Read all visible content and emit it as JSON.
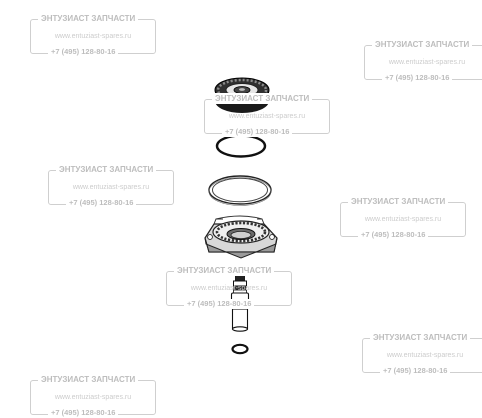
{
  "watermark": {
    "brand": "ЭНТУЗИАСТ ЗАПЧАСТИ",
    "site": "www.entuziast-spares.ru",
    "phone": "+7 (495) 128-80-16"
  },
  "colors": {
    "background": "#ffffff",
    "part_dark": "#2a2a2a",
    "part_light": "#dcdcdc",
    "watermark_text": "#bdbdbd",
    "watermark_frame": "#cfcfcf"
  },
  "parts": [
    {
      "name": "gear",
      "icon": "gear-icon"
    },
    {
      "name": "o-ring-large",
      "icon": "o-ring-icon"
    },
    {
      "name": "flat-ring",
      "icon": "ring-icon"
    },
    {
      "name": "bearing-housing",
      "icon": "bearing-icon"
    },
    {
      "name": "shaft",
      "icon": "shaft-icon"
    },
    {
      "name": "o-ring-small",
      "icon": "o-ring-icon"
    }
  ]
}
